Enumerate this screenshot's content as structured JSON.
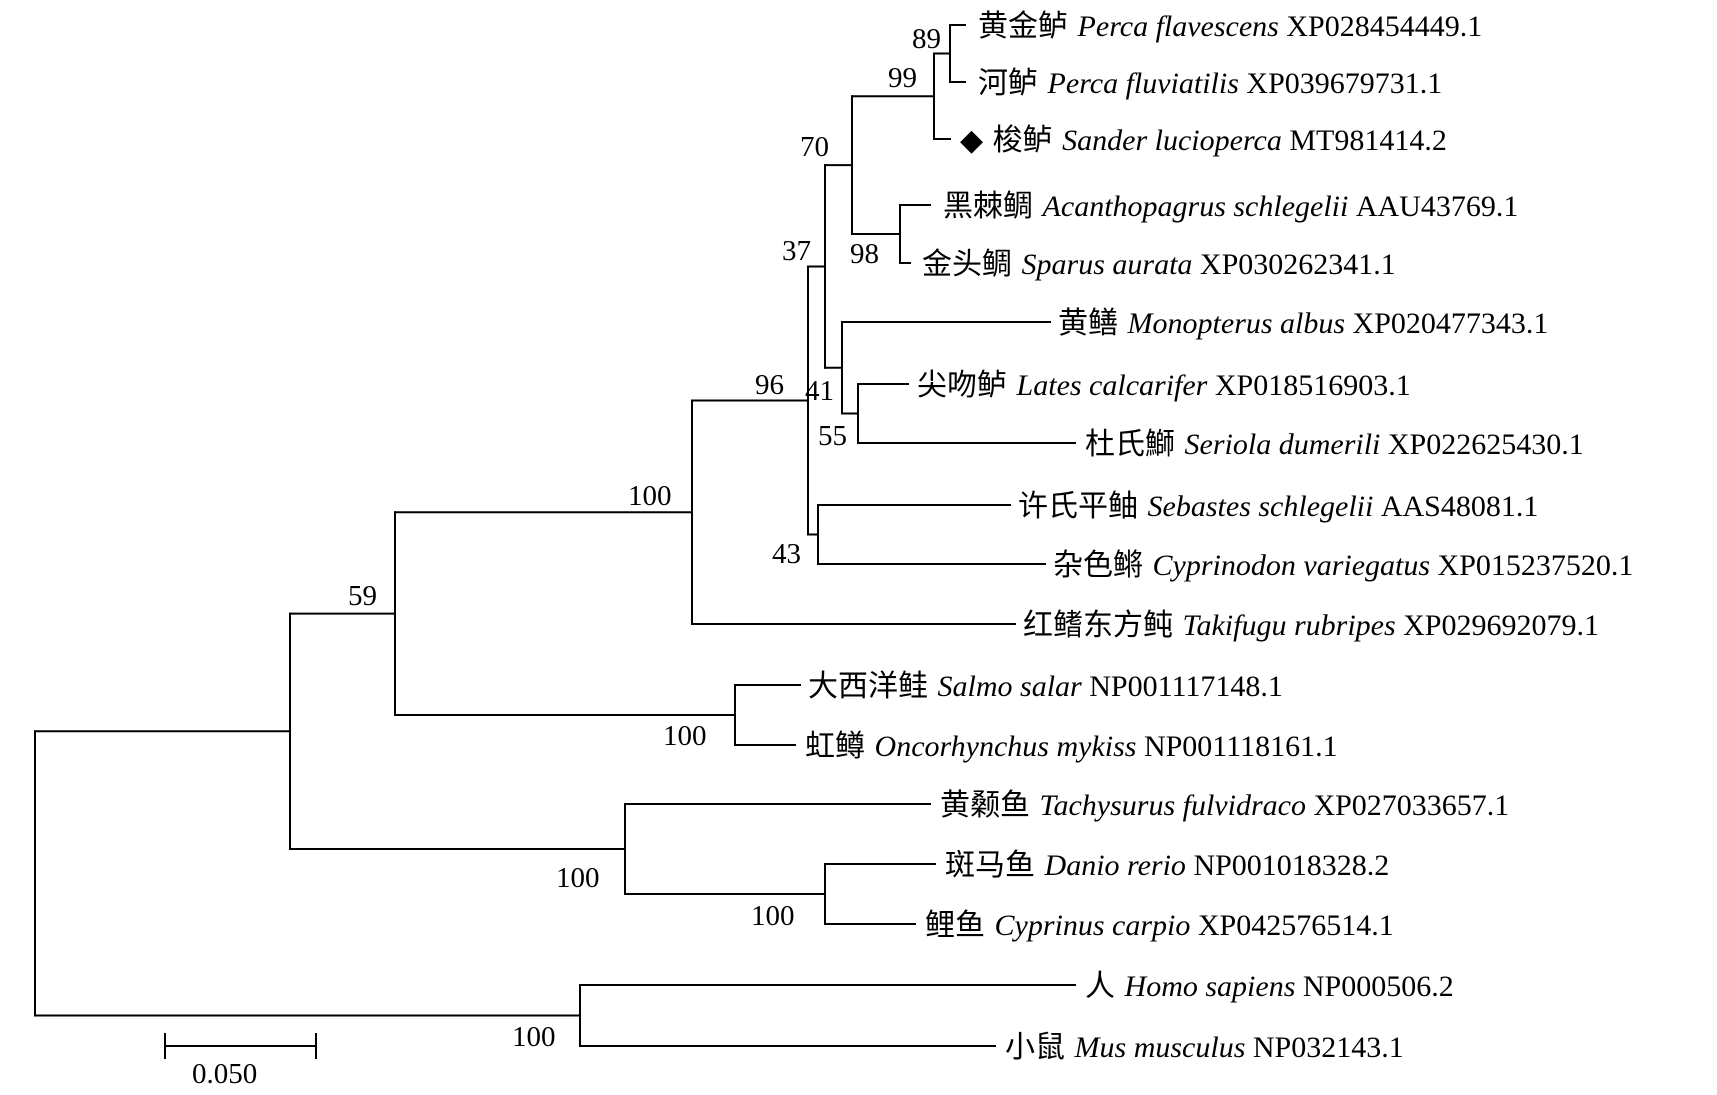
{
  "leaves": [
    {
      "id": "pflav",
      "cn": "黄金鲈",
      "sci": "Perca flavescens",
      "acc": "XP028454449.1"
    },
    {
      "id": "pfluv",
      "cn": "河鲈",
      "sci": "Perca fluviatilis",
      "acc": "XP039679731.1"
    },
    {
      "id": "sluc",
      "cn": "梭鲈",
      "sci": "Sander lucioperca",
      "acc": "MT981414.2",
      "marker": "◆"
    },
    {
      "id": "asch",
      "cn": "黑棘鲷",
      "sci": "Acanthopagrus schlegelii",
      "acc": "AAU43769.1"
    },
    {
      "id": "saur",
      "cn": "金头鲷",
      "sci": "Sparus aurata",
      "acc": "XP030262341.1"
    },
    {
      "id": "malb",
      "cn": "黄鳝",
      "sci": "Monopterus albus",
      "acc": "XP020477343.1"
    },
    {
      "id": "lcal",
      "cn": "尖吻鲈",
      "sci": "Lates calcarifer",
      "acc": "XP018516903.1"
    },
    {
      "id": "sdum",
      "cn": "杜氏鰤",
      "sci": "Seriola dumerili",
      "acc": "XP022625430.1"
    },
    {
      "id": "ssch",
      "cn": "许氏平鲉",
      "sci": "Sebastes schlegelii",
      "acc": "AAS48081.1"
    },
    {
      "id": "cvar",
      "cn": "杂色鳉",
      "sci": "Cyprinodon variegatus",
      "acc": "XP015237520.1"
    },
    {
      "id": "trub",
      "cn": "红鳍东方鲀",
      "sci": "Takifugu rubripes",
      "acc": "XP029692079.1"
    },
    {
      "id": "ssal",
      "cn": "大西洋鲑",
      "sci": "Salmo salar",
      "acc": "NP001117148.1"
    },
    {
      "id": "omyk",
      "cn": "虹鳟",
      "sci": "Oncorhynchus mykiss",
      "acc": "NP001118161.1"
    },
    {
      "id": "tful",
      "cn": "黄颡鱼",
      "sci": "Tachysurus fulvidraco",
      "acc": "XP027033657.1"
    },
    {
      "id": "drer",
      "cn": "斑马鱼",
      "sci": "Danio rerio",
      "acc": "NP001018328.2"
    },
    {
      "id": "ccar",
      "cn": "鲤鱼",
      "sci": "Cyprinus carpio",
      "acc": "XP042576514.1"
    },
    {
      "id": "hsap",
      "cn": "人",
      "sci": "Homo sapiens",
      "acc": "NP000506.2"
    },
    {
      "id": "mmus",
      "cn": "小鼠",
      "sci": "Mus musculus",
      "acc": "NP032143.1"
    }
  ],
  "bootstrap": [
    {
      "id": "perca",
      "value": "89"
    },
    {
      "id": "percinae",
      "value": "99"
    },
    {
      "id": "sparidae",
      "value": "98"
    },
    {
      "id": "n70",
      "value": "70"
    },
    {
      "id": "n37",
      "value": "37"
    },
    {
      "id": "n55",
      "value": "55"
    },
    {
      "id": "n41",
      "value": "41"
    },
    {
      "id": "n43",
      "value": "43"
    },
    {
      "id": "n96",
      "value": "96"
    },
    {
      "id": "n100a",
      "value": "100"
    },
    {
      "id": "salmon",
      "value": "100"
    },
    {
      "id": "n59",
      "value": "59"
    },
    {
      "id": "cyprin",
      "value": "100"
    },
    {
      "id": "n100b",
      "value": "100"
    },
    {
      "id": "mammal",
      "value": "100"
    }
  ],
  "scale_bar": {
    "label": "0.050"
  }
}
